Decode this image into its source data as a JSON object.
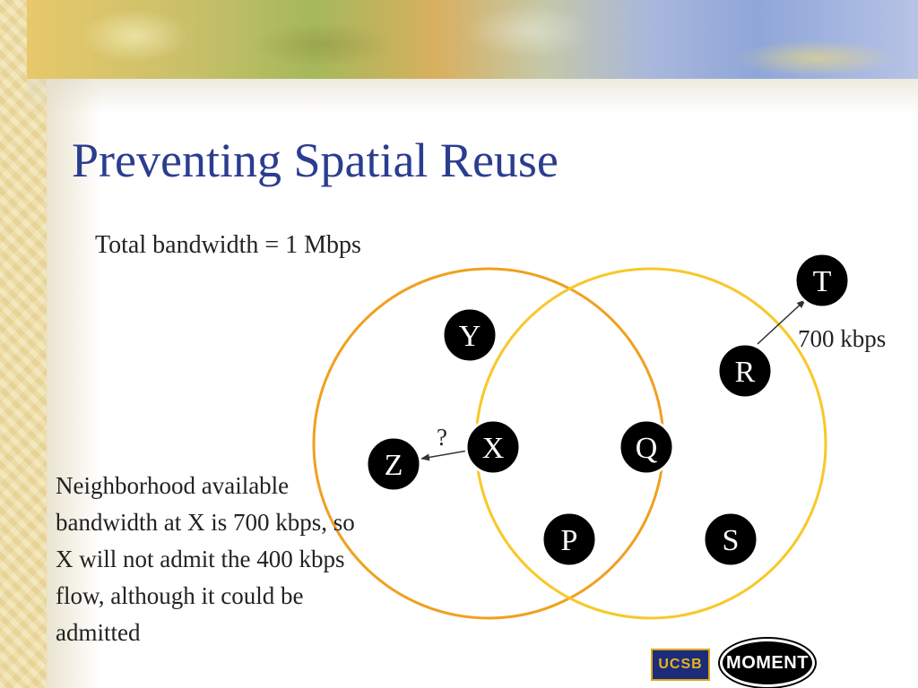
{
  "slide": {
    "title": "Preventing Spatial Reuse",
    "bandwidth_note": "Total bandwidth = 1 Mbps",
    "explanation": "Neighborhood available bandwidth at X is 700 kbps, so X will not admit the 400 kbps flow, although it could be admitted"
  },
  "diagram": {
    "nodes": {
      "T": "T",
      "Y": "Y",
      "R": "R",
      "Z": "Z",
      "X": "X",
      "Q": "Q",
      "P": "P",
      "S": "S"
    },
    "edge_labels": {
      "r_to_t": "700 kbps",
      "x_to_z": "?"
    },
    "colors": {
      "range_x": "#f0a020",
      "range_q": "#f8c828",
      "node_fill": "#000000",
      "node_stroke": "#ffffff"
    }
  },
  "logos": {
    "ucsb": "UCSB",
    "moment": "MOMENT"
  }
}
